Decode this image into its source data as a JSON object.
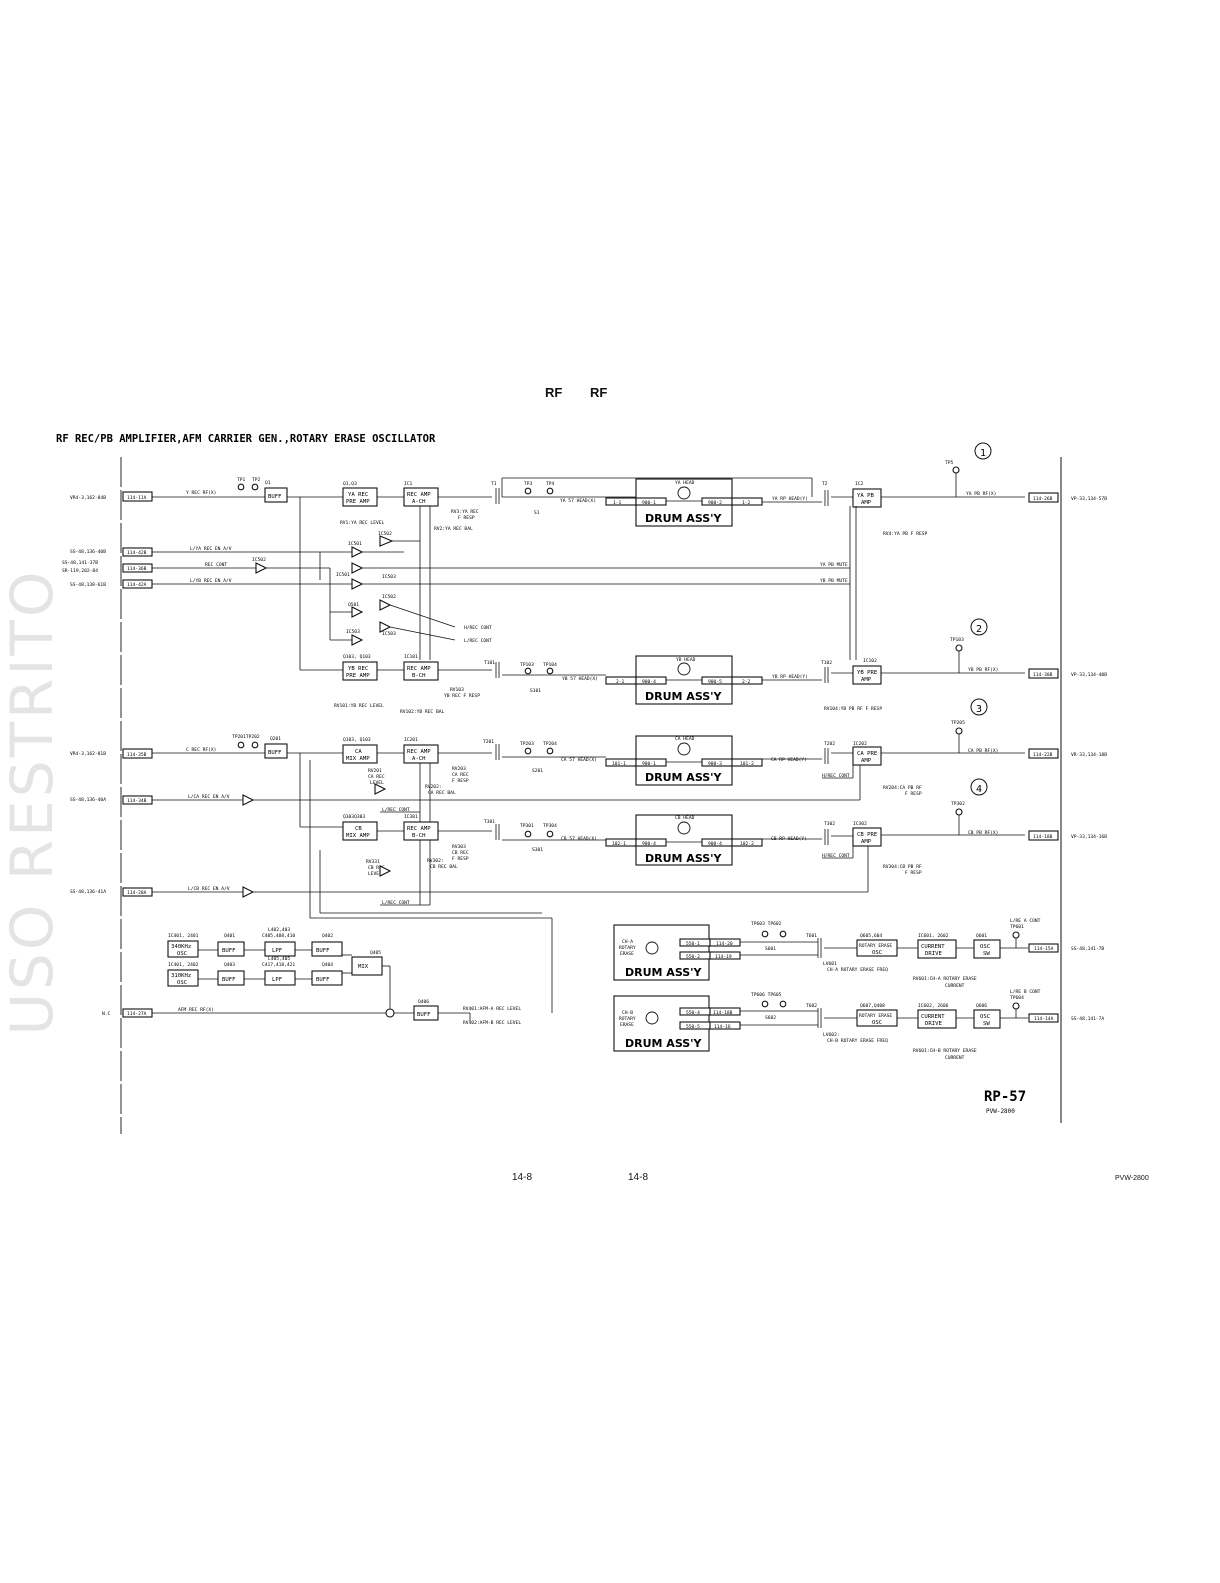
{
  "watermark": "USO RESTRITO",
  "header": {
    "left": "RF",
    "right": "RF"
  },
  "diagram": {
    "title": "RF REC/PB AMPLIFIER,AFM CARRIER GEN.,ROTARY ERASE OSCILLATOR",
    "board": "RP-57",
    "model": "PVW-2800",
    "drum_label": "DRUM ASS'Y",
    "circles": [
      "1",
      "2",
      "3",
      "4"
    ],
    "rows": {
      "ya": {
        "in_conn": "114-11A",
        "in_src": "VR4-3,162-84B",
        "sig": "Y REC RF(X)",
        "tp": "TP1",
        "tp2": "TP2",
        "q": "Q1",
        "buff": "BUFF",
        "pre_ref": "Q1,Q3",
        "pre": [
          "YA REC",
          "PRE AMP"
        ],
        "ic": "IC1",
        "amp": [
          "REC AMP",
          "A-CH"
        ],
        "rv1": "RV1:YA REC LEVEL",
        "rv2": [
          "RV3:YA REC",
          "F RESP"
        ],
        "rv3": "RV2:YA REC BAL",
        "tf": "T1",
        "tp3": "TP3",
        "tp4": "TP4",
        "s": "S1",
        "head_sig": "YA 57 HEAD(X)",
        "head": "YA HEAD",
        "c1": "1-1",
        "c2": "900-1",
        "c3": "900-2",
        "c4": "1-2",
        "rp": "YA RP HEAD(Y)",
        "tf2": "T2",
        "ic2": "IC2",
        "pb": [
          "YA PB",
          "AMP"
        ],
        "tp5": "TP5",
        "out_sig": "YA PB RF(X)",
        "out_conn": "114-26B",
        "out_dst": "VP-33,134-57B",
        "rv4": "RV4:YA PB F RESP"
      },
      "yb": {
        "pre_ref": "Q103, Q103",
        "pre": [
          "YB REC",
          "PRE AMP"
        ],
        "ic": "IC101",
        "amp": [
          "REC AMP",
          "B-CH"
        ],
        "rv1": "RV101:YB REC LEVEL",
        "rv2": [
          "RV103",
          "YB REC F RESP"
        ],
        "rv3": "RV102:YB REC BAL",
        "tf": "T101",
        "tp3": "TP103",
        "tp4": "TP104",
        "s": "S101",
        "head_sig": "YB 57 HEAD(X)",
        "head": "YB HEAD",
        "c1": "2-1",
        "c2": "900-4",
        "c3": "900-5",
        "c4": "2-2",
        "rp": "YB RP HEAD(Y)",
        "tf2": "T102",
        "ic2": "IC102",
        "pb": [
          "YB PRE",
          "AMP"
        ],
        "tp5": "TP103",
        "out_sig": "YB PB RF(X)",
        "out_conn": "114-30B",
        "out_dst": "VP-33,134-40B",
        "rv4": "RV104:YB PB RF F RESP"
      },
      "ca": {
        "in_conn": "114-35B",
        "in_src": "VR4-3,162-81B",
        "sig": "C REC RF(X)",
        "tp": "TP201TP202",
        "q": "Q201",
        "buff": "BUFF",
        "pre_ref": "Q103, Q103",
        "pre": [
          "CA",
          "MIX AMP"
        ],
        "ic": "IC201",
        "amp": [
          "REC AMP",
          "A-CH"
        ],
        "rv1": [
          "RV201",
          "CA REC",
          "LEVEL"
        ],
        "rv2": [
          "RV203",
          "CA REC",
          "F RESP"
        ],
        "rv3": [
          "RV202:",
          "CA REC BAL"
        ],
        "tf": "T201",
        "tp3": "TP203",
        "tp4": "TP204",
        "s": "S201",
        "head_sig": "CA 57 HEAD(X)",
        "head": "CA HEAD",
        "c1": "101-1",
        "c2": "900-1",
        "c3": "900-3",
        "c4": "101-2",
        "rp": "CA RP HEAD(Y)",
        "tf2": "T202",
        "ic2": "IC202",
        "pb": [
          "CA PRE",
          "AMP"
        ],
        "tp5": "TP205",
        "out_sig": "CA PB RF(X)",
        "out_conn": "114-22B",
        "out_dst": "VR-33,134-18B",
        "rv4": [
          "RV204:CA PB RF",
          "F RESP"
        ],
        "rec_cont": "H/REC CONT"
      },
      "cb": {
        "pre_ref": "Q303Q303",
        "pre": [
          "CB",
          "MIX AMP"
        ],
        "ic": "IC301",
        "amp": [
          "REC AMP",
          "B-CH"
        ],
        "rv1": [
          "RV331",
          "CB REC",
          "LEVEL"
        ],
        "rv2": [
          "RV303",
          "CB REC",
          "F RESP"
        ],
        "rv3": [
          "RV302:",
          "CB REC BAL"
        ],
        "tf": "T301",
        "tp3": "TP301",
        "tp4": "TP304",
        "s": "S301",
        "head_sig": "CB 57 HEAD(X)",
        "head": "CB HEAD",
        "c1": "102-1",
        "c2": "900-4",
        "c3": "900-4",
        "c4": "102-2",
        "rp": "CB RP HEAD(Y)",
        "tf2": "T302",
        "ic2": "IC302",
        "pb": [
          "CB PRE",
          "AMP"
        ],
        "tp5": "TP302",
        "out_sig": "CB PB RF(X)",
        "out_conn": "114-18B",
        "out_dst": "VP-33,134-16B",
        "rv4": [
          "RV304:CB PB RF",
          "F RESP"
        ],
        "rec_cont": "H/REC CONT"
      }
    },
    "control": {
      "src1": "SS-48,136-40B",
      "sig1": "L/YA REC EN A/V",
      "conn1": "114-42B",
      "src2a": "SS-48,141-37B",
      "src2b": "SR-119,202-84",
      "sig2": "REC CONT",
      "conn2": "114-36B",
      "src3": "SS-48,138-61B",
      "sig3": "L/YB REC EN A/V",
      "conn3": "114-42A",
      "src4": "SS-48,136-40A",
      "sig4": "L/CA REC EN A/V",
      "conn4": "114-34B",
      "src5": "SS-48,136-41A",
      "sig5": "L/CB REC EN A/V",
      "conn5": "114-28A",
      "ya_mute": "YA PB MUTE",
      "yb_mute": "YB PB MUTE",
      "h_rec": "H/REC CONT",
      "l_rec": "L/REC CONT",
      "ics": [
        "IC501",
        "IC502",
        "IC501",
        "IC502",
        "IC503",
        "Q501",
        "IC502",
        "IC503",
        "IC503"
      ]
    },
    "afm": {
      "osc1_ref": "IC401, 2401",
      "osc1": [
        "340KHz",
        "OSC"
      ],
      "q1": "Q401",
      "l1": [
        "L402,403",
        "C405,408,410"
      ],
      "q2": "Q402",
      "osc2_ref": "IC401, 2402",
      "osc2": [
        "310KHz",
        "OSC"
      ],
      "q3": "Q403",
      "l2": [
        "L405,405",
        "C417,418,421"
      ],
      "q4": "Q404",
      "buff": "BUFF",
      "lpf": "LPF",
      "mix_ref": "Q405",
      "mix": "MIX",
      "q5": "Q406",
      "in_src": "N.C",
      "in_conn": "114-27A",
      "sig": "AFM REC RF(X)",
      "rv1": "RV401:AFM-A REC LEVEL",
      "rv2": "RV402:AFM-B REC LEVEL"
    },
    "erase": [
      {
        "head": [
          "CH-A",
          "ROTARY",
          "ERASE"
        ],
        "c": [
          "550-1",
          "550-2",
          "114-20",
          "114-19"
        ],
        "tp": "TP603  TP602",
        "s": "S601",
        "t": "T601",
        "osc_ref": "Q605,604",
        "osc": [
          "ROTARY ERASE",
          "OSC"
        ],
        "drv_ref": "IC601, 2602",
        "drv": [
          "CURRENT",
          "DRIVE"
        ],
        "sw_ref": "Q601",
        "sw": [
          "OSC",
          "SW"
        ],
        "lv": [
          "LV601",
          "CH-A ROTARY ERASE FREQ"
        ],
        "rv": [
          "RV601:CH-A ROTARY ERASE",
          "CURRENT"
        ],
        "tp2": [
          "L/RE A CONT",
          "TP601"
        ],
        "out_conn": "114-15A",
        "out_dst": "SS-48,141-7B"
      },
      {
        "head": [
          "CH-B",
          "ROTARY",
          "ERASE"
        ],
        "c": [
          "550-4",
          "550-5",
          "114-18B",
          "114-16"
        ],
        "tp": "TP606  TP605",
        "s": "S602",
        "t": "T602",
        "osc_ref": "Q607,Q408",
        "osc": [
          "ROTARY ERASE",
          "OSC"
        ],
        "drv_ref": "IC602, 2606",
        "drv": [
          "CURRENT",
          "DRIVE"
        ],
        "sw_ref": "Q606",
        "sw": [
          "OSC",
          "SW"
        ],
        "lv": [
          "LV602:",
          "CH-B ROTARY ERASE FREQ"
        ],
        "rv": [
          "RV601:CH-B ROTARY ERASE",
          "CURRENT"
        ],
        "tp2": [
          "L/RE B CONT",
          "TP604"
        ],
        "out_conn": "114-14A",
        "out_dst": "SS-48,141-7A"
      }
    ]
  },
  "footer": {
    "left_page": "14-8",
    "right_page": "14-8",
    "model": "PVW-2800"
  }
}
